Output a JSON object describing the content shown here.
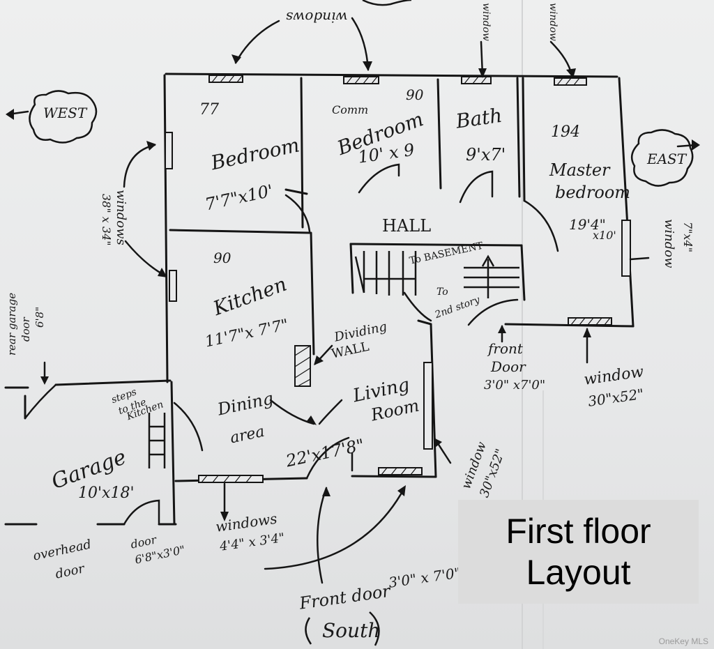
{
  "title": {
    "line1": "First floor",
    "line2": "Layout"
  },
  "watermark": "OneKey MLS",
  "compass": {
    "west": "WEST",
    "east": "EAST",
    "south": "South"
  },
  "rooms": {
    "bedroom1": {
      "code": "77",
      "name": "Bedroom",
      "size": "7'7\"x10'"
    },
    "bedroom2": {
      "code": "90",
      "prefix": "Comm",
      "name": "Bedroom",
      "size": "10' x 9"
    },
    "bath": {
      "name": "Bath",
      "size": "9'x7'"
    },
    "master": {
      "code": "194",
      "name1": "Master",
      "name2": "bedroom",
      "size1": "19'4\"",
      "size2": "x10'"
    },
    "hall": {
      "name": "HALL"
    },
    "kitchen": {
      "code": "90",
      "name": "Kitchen",
      "size": "11'7\"x 7'7\""
    },
    "dining": {
      "name1": "Dining",
      "name2": "area"
    },
    "living": {
      "name1": "Living",
      "name2": "Room",
      "size": "22'x17'8\""
    },
    "garage": {
      "name": "Garage",
      "size": "10'x18'"
    }
  },
  "notes": {
    "basement": "To BASEMENT",
    "second_story1": "To",
    "second_story2": "2nd story",
    "dividing_wall1": "Dividing",
    "dividing_wall2": "WALL",
    "steps_kitchen1": "steps",
    "steps_kitchen2": "to the",
    "steps_kitchen3": "Kitchen",
    "front_door_inner1": "front",
    "front_door_inner2": "Door",
    "front_door_inner3": "3'0\" x7'0\"",
    "window_east_front1": "window",
    "window_east_front2": "30\"x52\"",
    "window_living1": "window",
    "window_living2": "30\"x52\"",
    "windows_south1": "windows",
    "windows_south2": "4'4\" x 3'4\"",
    "windows_west1": "windows",
    "windows_west2": "38\" x 34\"",
    "windows_north": "windows",
    "window_bath": "window",
    "window_master": "window",
    "window_east_side1": "window",
    "window_east_side2": "7\"x4\"",
    "rear_garage1": "rear garage",
    "rear_garage2": "door",
    "rear_garage3": "6'8\"",
    "overhead1": "overhead",
    "overhead2": "door",
    "garage_door1": "door",
    "garage_door2": "6'8\"x3'0\"",
    "front_door_main": "Front door",
    "front_door_main_size": "3'0\" x 7'0\""
  }
}
